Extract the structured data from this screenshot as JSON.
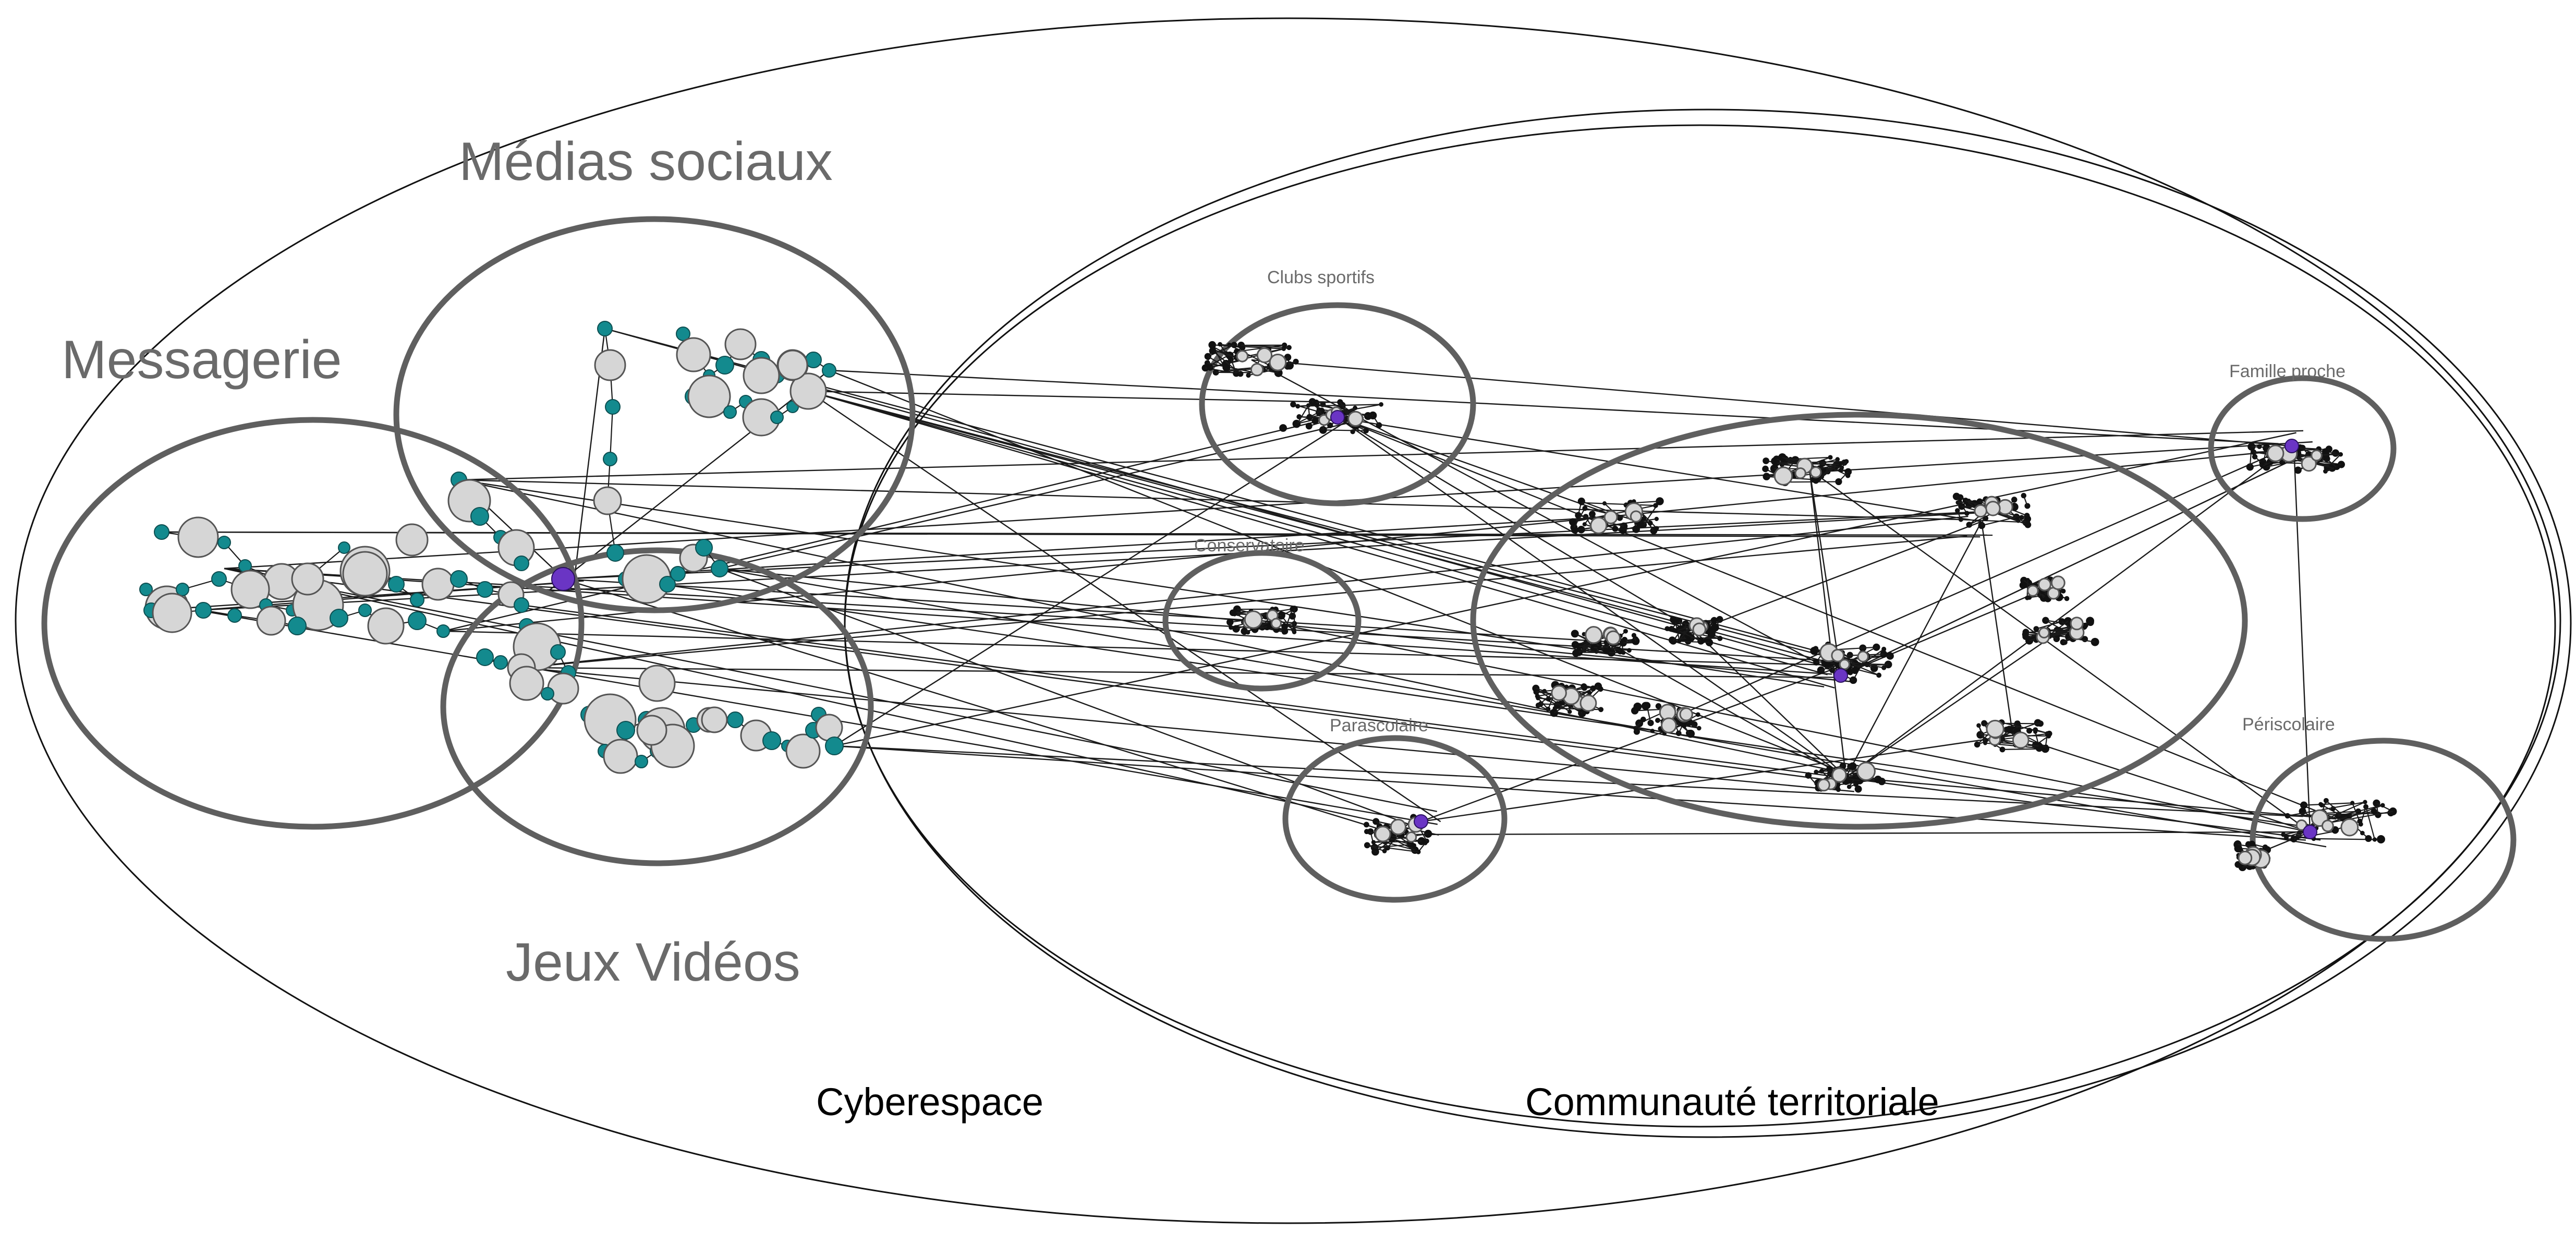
{
  "domains": {
    "cyberespace": "Cyberespace",
    "communaute": "Communauté territoriale"
  },
  "clusters": {
    "medias_sociaux": "Médias sociaux",
    "messagerie": "Messagerie",
    "jeux_videos": "Jeux Vidéos",
    "clubs_sportifs": "Clubs sportifs",
    "conservatoire": "Conservatoire",
    "parascolaire": "Parascolaire",
    "famille_proche": "Famille proche",
    "periscolaire": "Périscolaire"
  },
  "colors": {
    "node_teal": "#138a8e",
    "node_grey": "#d6d6d6",
    "node_purple": "#6a35c4",
    "node_black": "#111111",
    "cluster_stroke": "#5f5f5f"
  }
}
